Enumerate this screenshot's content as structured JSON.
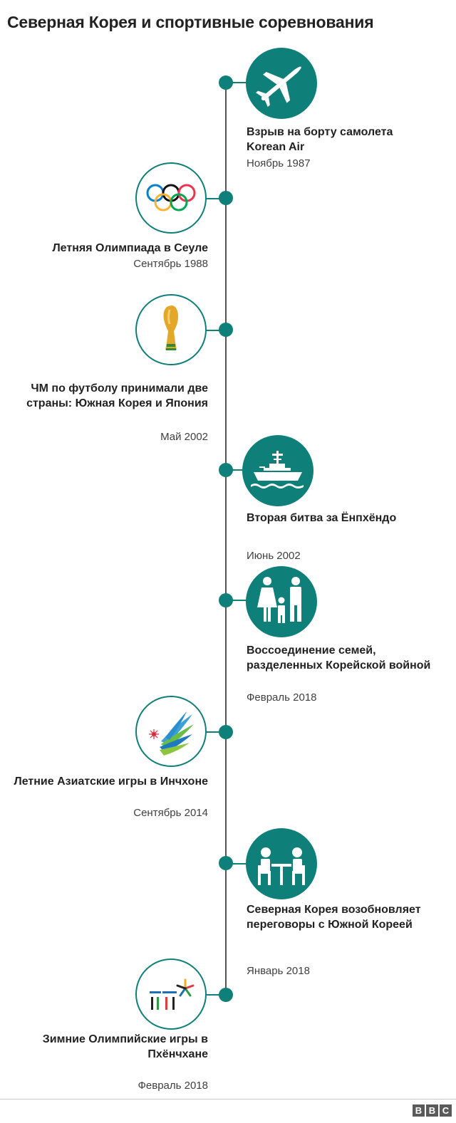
{
  "title": "Северная Корея и спортивные соревнования",
  "colors": {
    "accent": "#0e7f79",
    "axis": "#555555",
    "text": "#222222"
  },
  "events": [
    {
      "id": "korean-air",
      "icon": "airplane-icon",
      "title": "Взрыв на борту самолета Korean Air",
      "date": "Ноябрь 1987"
    },
    {
      "id": "seoul-olympics",
      "icon": "olympic-rings-icon",
      "title": "Летняя Олимпиада в Сеуле",
      "date": "Сентябрь 1988"
    },
    {
      "id": "world-cup",
      "icon": "world-cup-trophy-icon",
      "title": "ЧМ по футболу принимали две страны: Южная Корея и Япония",
      "date": "Май 2002"
    },
    {
      "id": "yeonpyeong",
      "icon": "warship-icon",
      "title": "Вторая битва за Ёнпхёндо",
      "date": "Июнь 2002"
    },
    {
      "id": "family-reunion",
      "icon": "family-icon",
      "title": "Воссоединение семей, разделенных Корейской войной",
      "date": "Февраль 2018"
    },
    {
      "id": "incheon-games",
      "icon": "asian-games-emblem-icon",
      "title": "Летние Азиатские игры в Инчхоне",
      "date": "Сентябрь 2014"
    },
    {
      "id": "talks",
      "icon": "negotiation-table-icon",
      "title": "Северная Корея возобновляет переговоры с Южной Кореей",
      "date": "Январь 2018"
    },
    {
      "id": "pyeongchang",
      "icon": "pyeongchang-emblem-icon",
      "title": "Зимние Олимпийские игры в Пхёнчхане",
      "date": "Февраль 2018"
    }
  ],
  "footer": {
    "logo": [
      "B",
      "B",
      "C"
    ]
  }
}
